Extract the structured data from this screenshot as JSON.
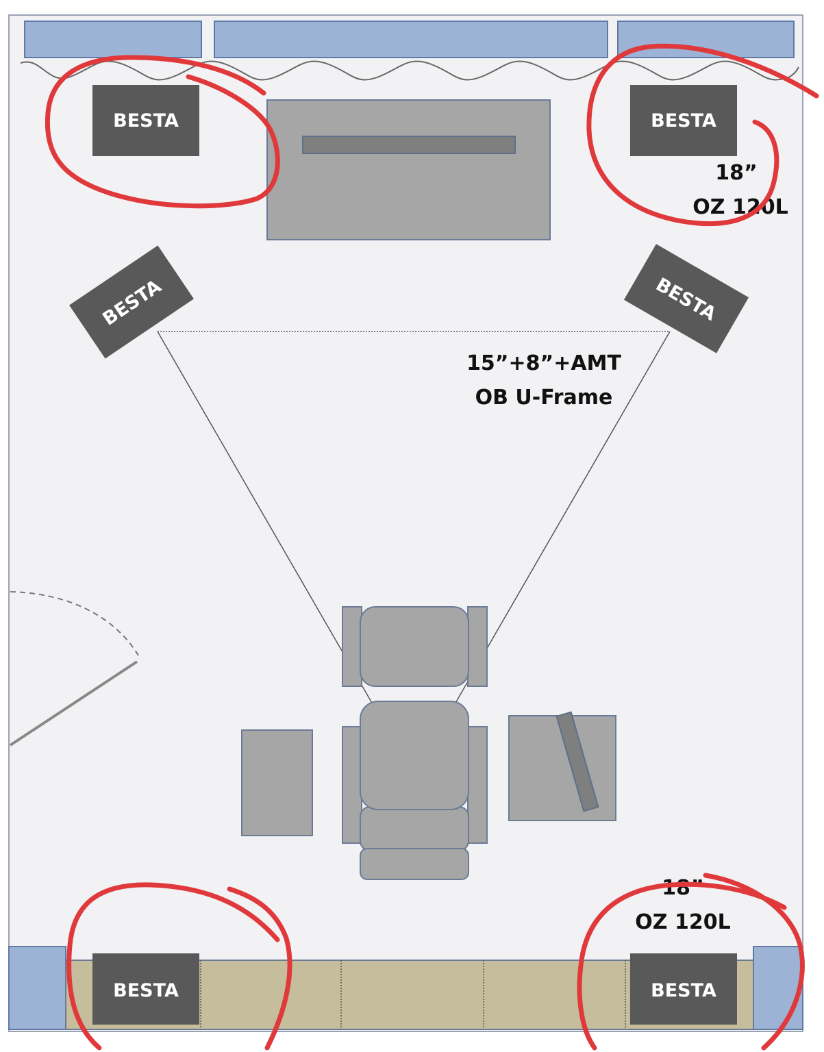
{
  "besta_label": "BESTA",
  "labels": {
    "sub_top_size": "18”",
    "sub_top_model": "OZ 120L",
    "mains_drivers": "15”+8”+AMT",
    "mains_frame": "OB U-Frame",
    "sub_bottom_size": "18”",
    "sub_bottom_model": "OZ 120L"
  },
  "colors": {
    "room_fill": "#f2f2f4",
    "room_stroke": "#9aa2b2",
    "window_fill": "#9db3d6",
    "window_stroke": "#5f79a6",
    "besta_fill": "#595959",
    "furniture_fill": "#a6a6a6",
    "furniture_stroke": "#6b7b95",
    "sofa_fill": "#c5bd9c",
    "annotation_red": "#e0393c"
  }
}
